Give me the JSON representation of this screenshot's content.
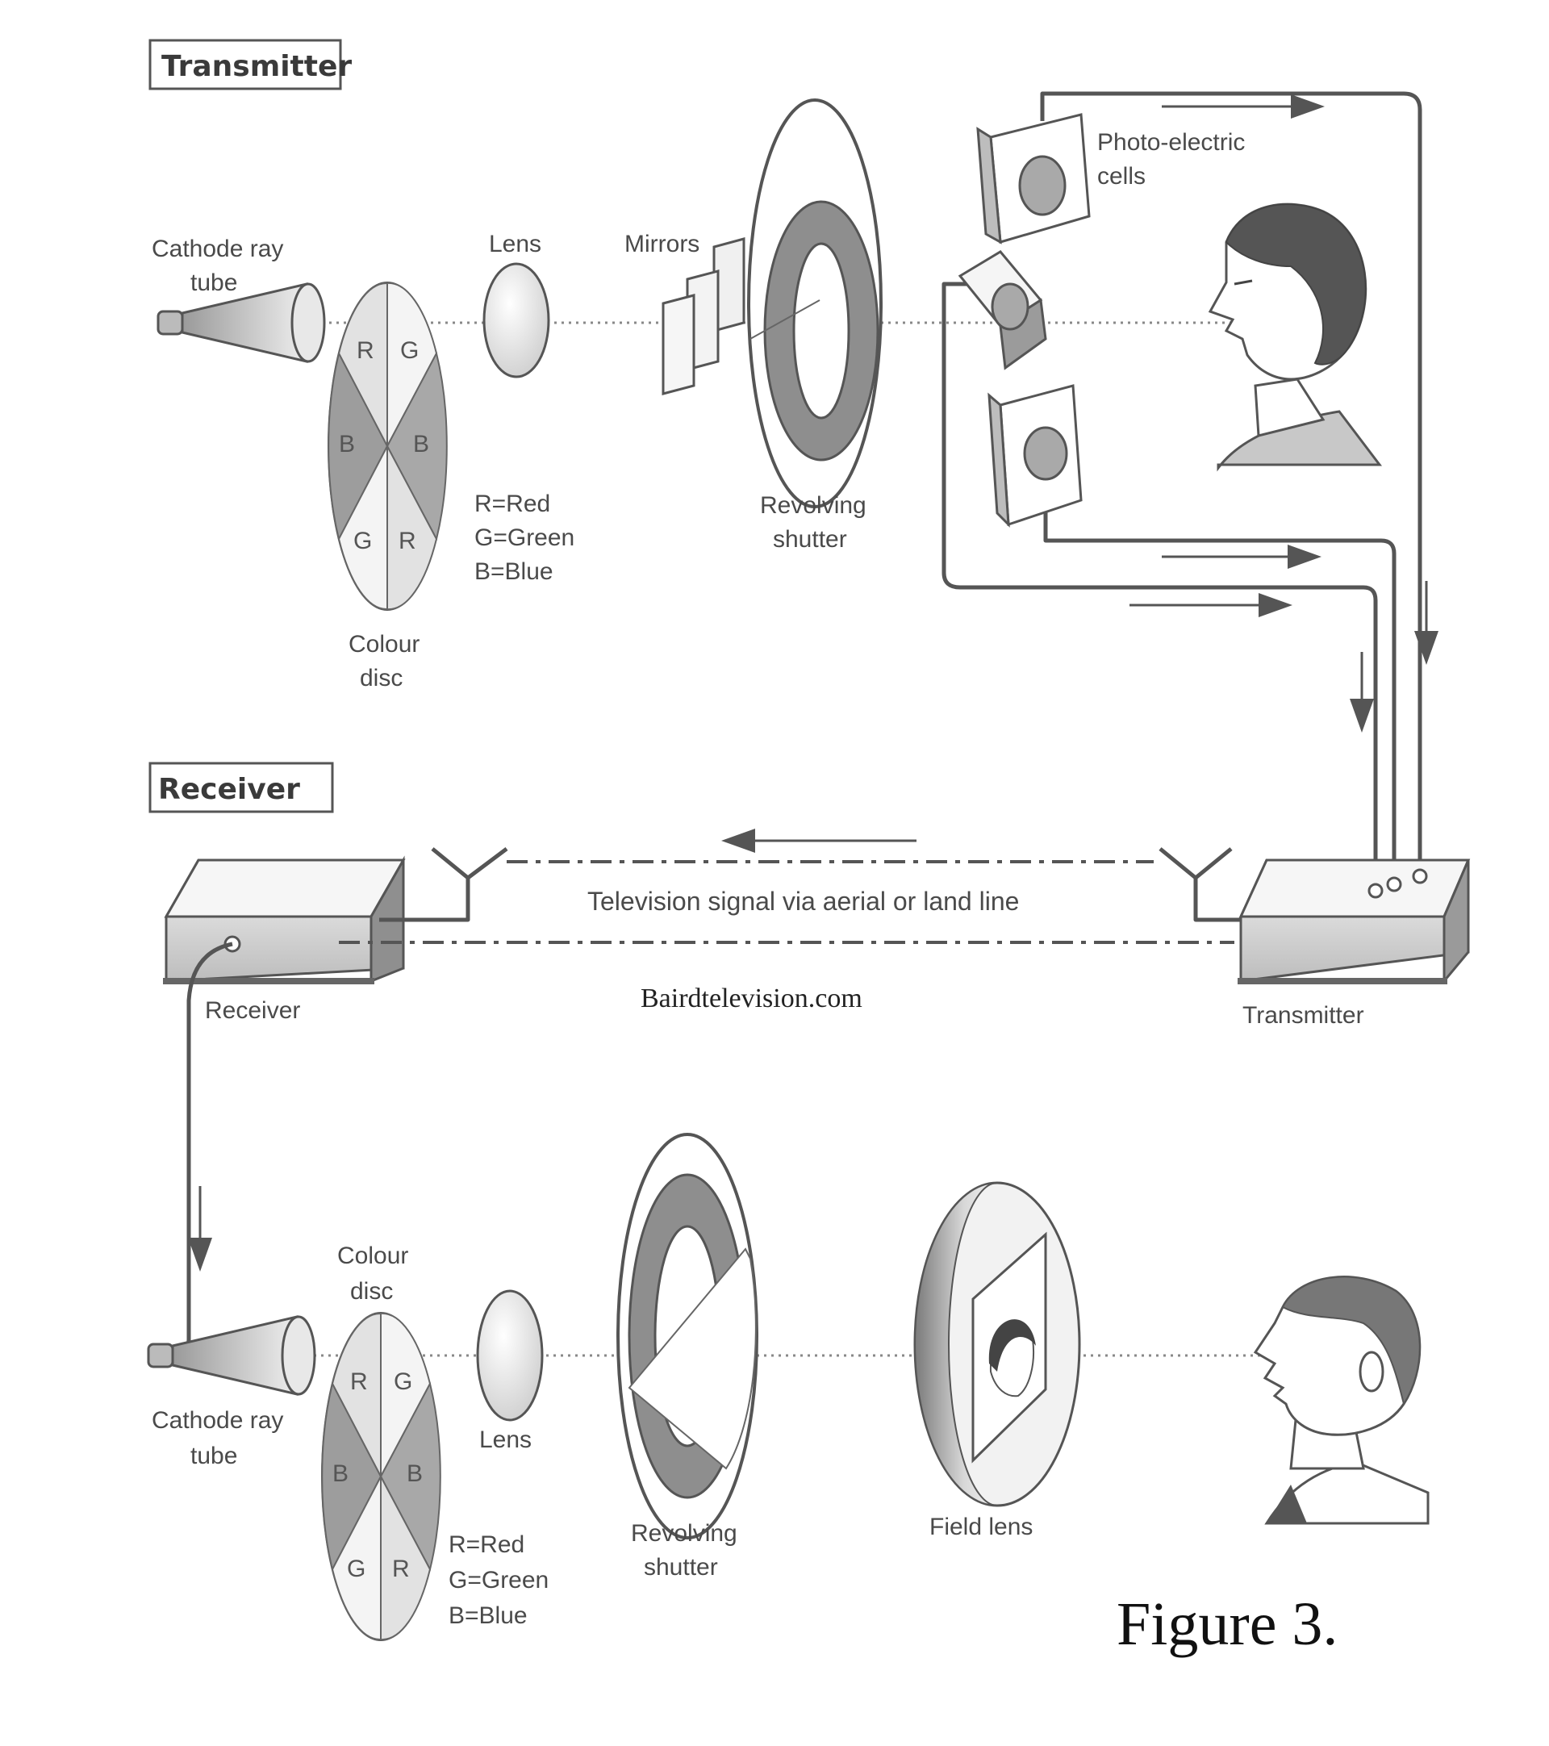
{
  "headers": {
    "transmitter": "Transmitter",
    "receiver": "Receiver"
  },
  "transmitter": {
    "cathode_ray_tube": [
      "Cathode ray",
      "tube"
    ],
    "lens": "Lens",
    "mirrors": "Mirrors",
    "photo_electric_cells": [
      "Photo-electric",
      "cells"
    ],
    "revolving_shutter": [
      "Revolving",
      "shutter"
    ],
    "colour_disc": [
      "Colour",
      "disc"
    ],
    "legend": [
      "R=Red",
      "G=Green",
      "B=Blue"
    ],
    "disc_segments": [
      "R",
      "G",
      "B",
      "B",
      "G",
      "R"
    ]
  },
  "link": {
    "signal": "Television signal via aerial or land line",
    "receiver_box": "Receiver",
    "transmitter_box": "Transmitter",
    "watermark": "Bairdtelevision.com"
  },
  "receiver": {
    "colour_disc": [
      "Colour",
      "disc"
    ],
    "cathode_ray_tube": [
      "Cathode ray",
      "tube"
    ],
    "lens": "Lens",
    "revolving_shutter": [
      "Revolving",
      "shutter"
    ],
    "field_lens": "Field lens",
    "legend": [
      "R=Red",
      "G=Green",
      "B=Blue"
    ],
    "disc_segments": [
      "R",
      "G",
      "B",
      "B",
      "G",
      "R"
    ]
  },
  "figure_caption": "Figure 3.",
  "colors": {
    "ink": "#3a3a3a",
    "shade": "#8a8a8a",
    "light": "#d6d6d6"
  }
}
